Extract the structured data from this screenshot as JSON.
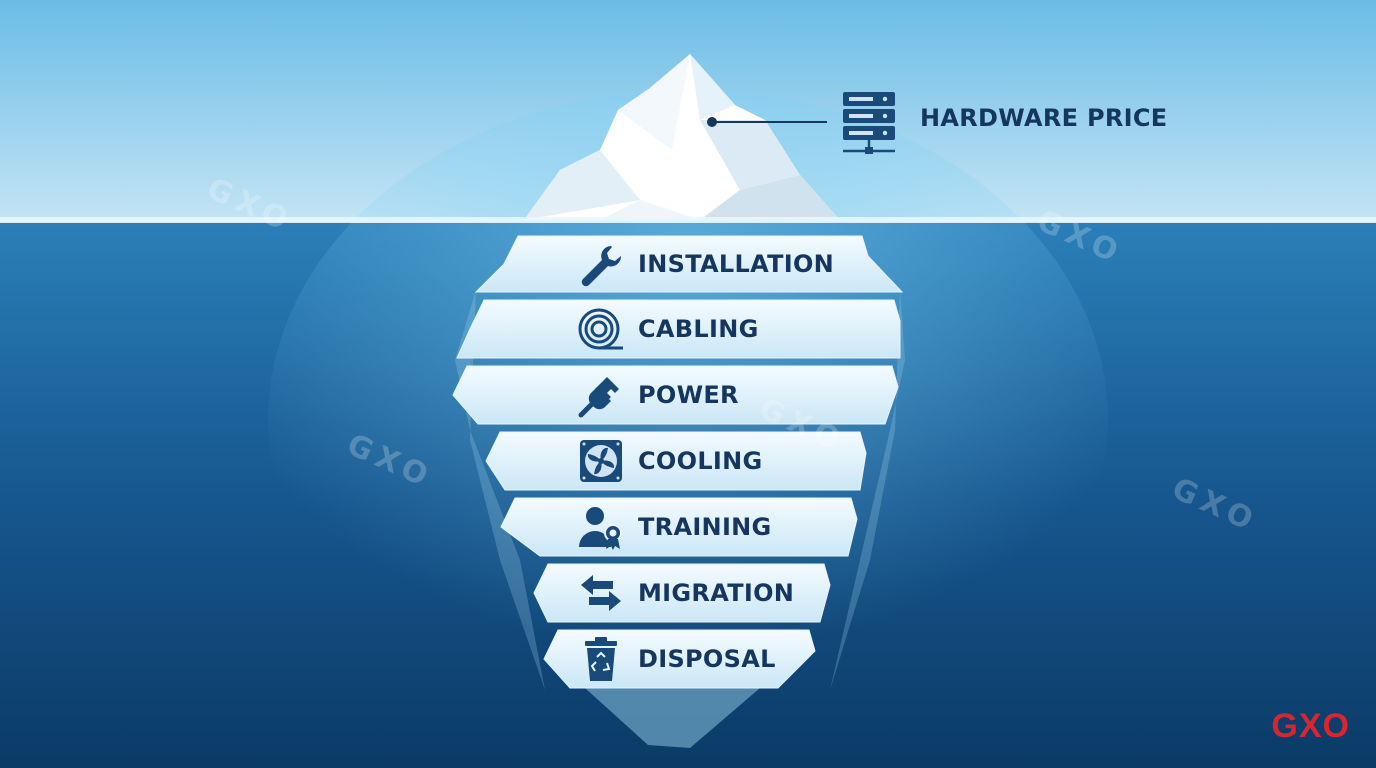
{
  "tip": {
    "label": "HARDWARE PRICE",
    "icon": "server-icon"
  },
  "layers": [
    {
      "label": "INSTALLATION",
      "icon": "wrench-icon"
    },
    {
      "label": "CABLING",
      "icon": "cable-coil-icon"
    },
    {
      "label": "POWER",
      "icon": "plug-icon"
    },
    {
      "label": "COOLING",
      "icon": "fan-icon"
    },
    {
      "label": "TRAINING",
      "icon": "user-certificate-icon"
    },
    {
      "label": "MIGRATION",
      "icon": "transfer-arrows-icon"
    },
    {
      "label": "DISPOSAL",
      "icon": "recycle-bin-icon"
    }
  ],
  "watermark": "GXO",
  "brand": "GXO",
  "colors": {
    "sky_top": "#6bbce6",
    "sky_bottom": "#c4e4f4",
    "water_top": "#2b7fb8",
    "water_bottom": "#0b3a66",
    "text": "#14365f",
    "brand": "#d7262f"
  }
}
